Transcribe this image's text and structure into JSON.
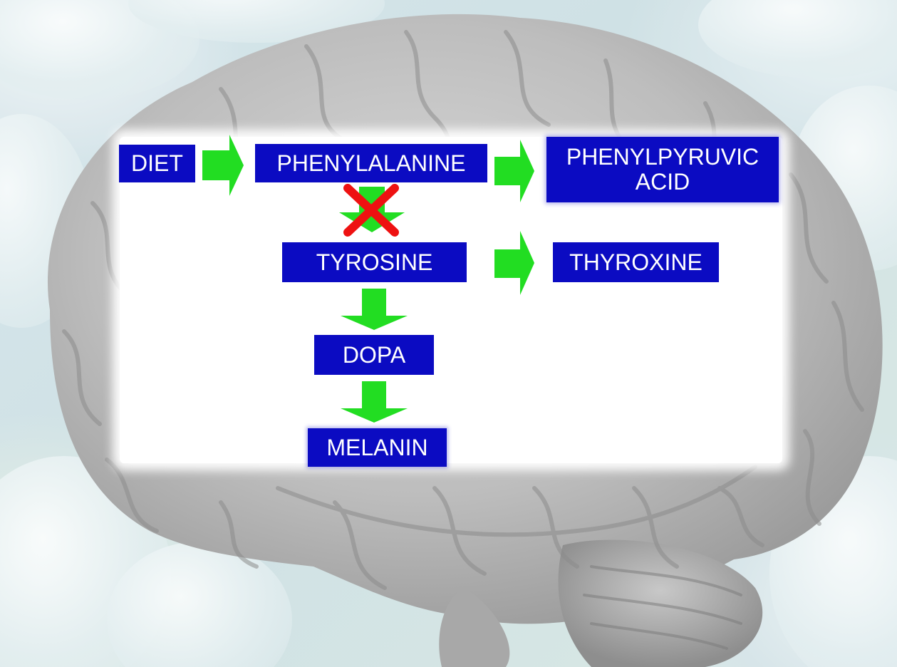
{
  "colors": {
    "box_fill": "#0b0bc2",
    "box_text": "#ffffff",
    "arrow": "#22dd22",
    "block_cross": "#ee1111",
    "panel": "#ffffff",
    "brain": "#b9b9b9"
  },
  "background": {
    "image": "brain",
    "icon": "brain-icon"
  },
  "pathway": {
    "diet": "DIET",
    "phenylalanine": "PHENYLALANINE",
    "phenylpyruvic_acid": "PHENYLPYRUVIC ACID",
    "tyrosine": "TYROSINE",
    "thyroxine": "THYROXINE",
    "dopa": "DOPA",
    "melanin": "MELANIN"
  },
  "blocked_step": {
    "from": "PHENYLALANINE",
    "to": "TYROSINE",
    "icon": "red-x-icon"
  }
}
